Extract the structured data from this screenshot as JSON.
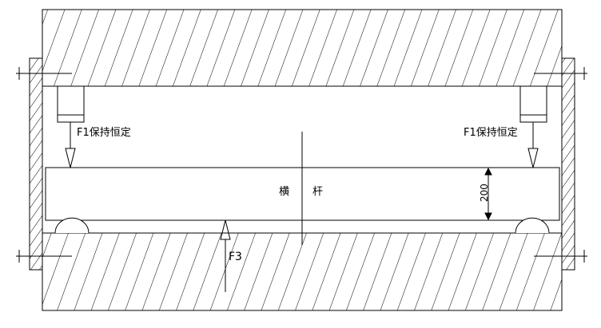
{
  "labels": {
    "force_left": "F1保持恒定",
    "force_right": "F1保持恒定",
    "beam_char_1": "横",
    "beam_char_2": "杆",
    "dimension": "200",
    "force_bottom": "F3"
  },
  "colors": {
    "stroke": "#000000",
    "background": "#ffffff"
  }
}
